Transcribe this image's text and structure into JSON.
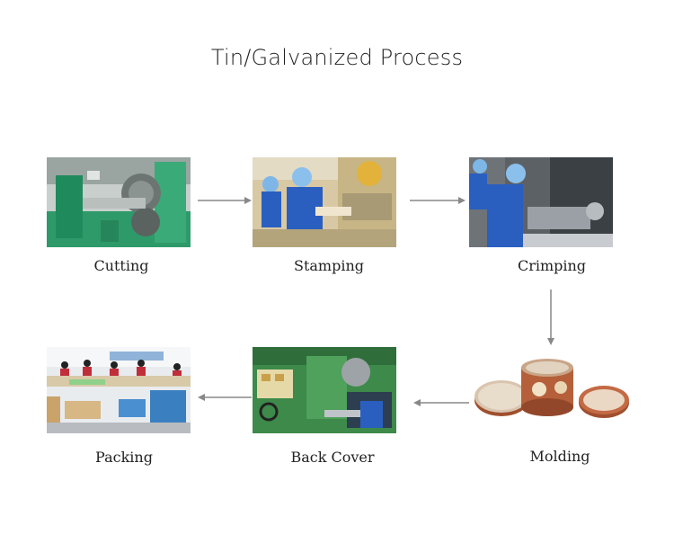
{
  "title": "Tin/Galvanized Process",
  "steps": [
    {
      "label": "Cutting",
      "image": "cutting-machine-photo"
    },
    {
      "label": "Stamping",
      "image": "stamping-workers-photo"
    },
    {
      "label": "Crimping",
      "image": "crimping-workers-photo"
    },
    {
      "label": "Molding",
      "image": "tin-box-photo"
    },
    {
      "label": "Back Cover",
      "image": "back-cover-machine-photo"
    },
    {
      "label": "Packing",
      "image": "packing-workers-photo"
    }
  ],
  "colors": {
    "arrow": "#888888",
    "machine_green": "#2e9a6a",
    "worker_blue": "#2a5fc0",
    "tin_copper": "#b5603a"
  }
}
